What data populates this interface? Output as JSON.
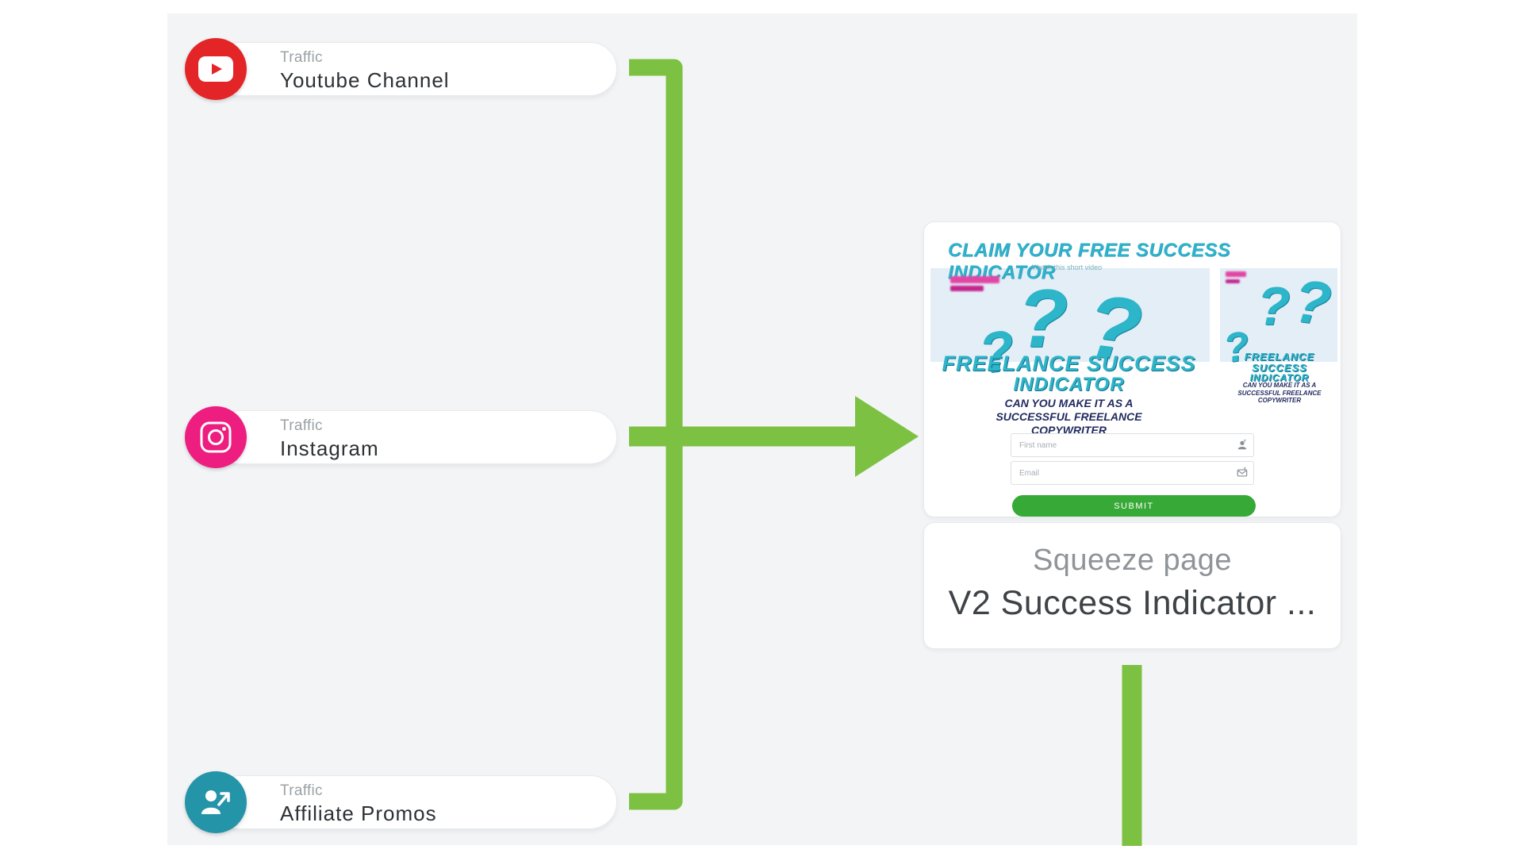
{
  "colors": {
    "canvas_bg": "#f3f4f6",
    "connector_green": "#7cc142",
    "youtube_red": "#e42527",
    "instagram_pink": "#ed1e7f",
    "affiliate_teal": "#2494a8",
    "submit_green": "#36a936",
    "thumb_cyan": "#2db5c9",
    "thumb_navy": "#222b60"
  },
  "traffic_nodes": [
    {
      "label": "Traffic",
      "name": "Youtube Channel",
      "icon": "youtube-play-icon"
    },
    {
      "label": "Traffic",
      "name": "Instagram",
      "icon": "instagram-icon"
    },
    {
      "label": "Traffic",
      "name": "Affiliate Promos",
      "icon": "person-arrow-icon"
    }
  ],
  "squeeze_node": {
    "type_label": "Squeeze page",
    "title": "V2 Success Indicator ...",
    "thumbnail": {
      "headline": "CLAIM YOUR FREE SUCCESS INDICATOR",
      "subheadline": "Watch this short video",
      "qm_left": [
        "?",
        "?",
        "?"
      ],
      "qm_right": [
        "?",
        "?",
        "?"
      ],
      "hero_line1": "FREELANCE SUCCESS",
      "hero_line2": "INDICATOR",
      "hero_sub_line1": "CAN YOU MAKE IT AS A",
      "hero_sub_line2": "SUCCESSFUL FREELANCE",
      "hero_sub_line3": "COPYWRITER",
      "first_name_placeholder": "First name",
      "email_placeholder": "Email",
      "required_mark": "*",
      "submit_label": "SUBMIT"
    }
  }
}
